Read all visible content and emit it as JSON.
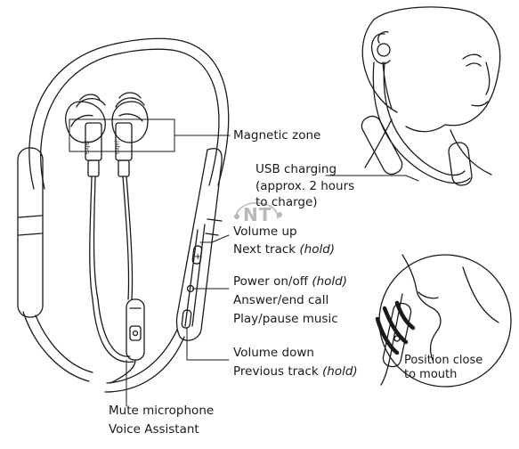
{
  "labels": {
    "magnetic_zone": "Magnetic zone",
    "usb_line1": "USB charging",
    "usb_line2": "(approx. 2 hours",
    "usb_line3": "to charge)",
    "volume_up": "Volume up",
    "next_track": "Next track",
    "next_track_hold": "(hold)",
    "power": "Power on/off",
    "power_hold": "(hold)",
    "answer": "Answer/end call",
    "play": "Play/pause music",
    "volume_down": "Volume down",
    "previous_track": "Previous track",
    "previous_track_hold": "(hold)",
    "mute": "Mute microphone",
    "voice_assistant": "Voice Assistant",
    "position_line1": "Position close",
    "position_line2": "to mouth"
  },
  "earbud_brand": "jabra",
  "watermark": "NT",
  "colors": {
    "line": "#1a1a1a",
    "watermark": "#b9b9b9",
    "background": "#ffffff"
  }
}
